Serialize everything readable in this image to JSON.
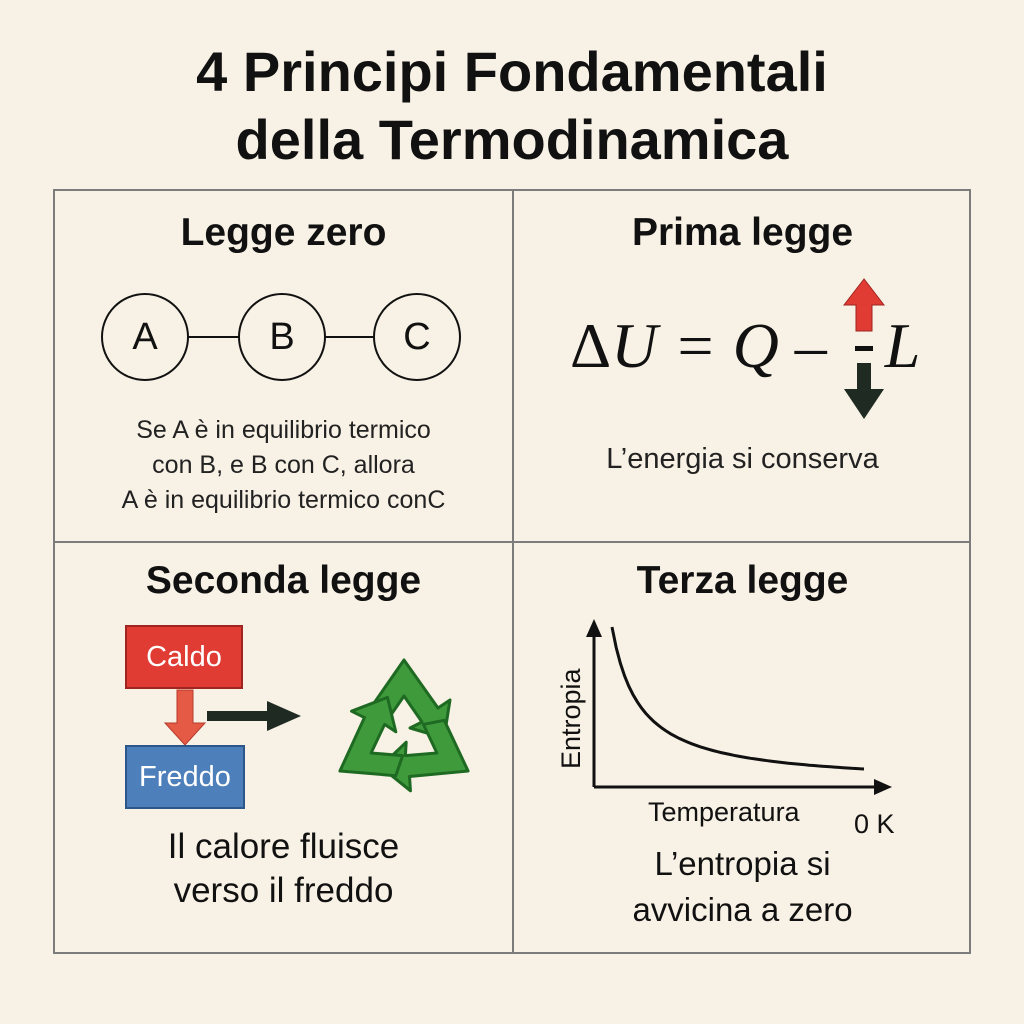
{
  "title": {
    "line1": "4 Principi Fondamentali",
    "line2": "della Termodinamica"
  },
  "panels": {
    "zero": {
      "title": "Legge zero",
      "nodes": [
        "A",
        "B",
        "C"
      ],
      "text": [
        "Se A è in equilibrio termico",
        "con B, e B con C, allora",
        "A è in equilibrio termico conC"
      ]
    },
    "first": {
      "title": "Prima legge",
      "formula": {
        "delta": "Δ",
        "u": "U",
        "eq": " = ",
        "q": "Q",
        "minus": " –",
        "l": "L"
      },
      "text": "L’energia si conserva",
      "colors": {
        "up_arrow": "#e03c34",
        "down_arrow": "#1f2a23"
      }
    },
    "second": {
      "title": "Seconda legge",
      "hot_label": "Caldo",
      "cold_label": "Freddo",
      "text": [
        "Il calore fluisce",
        "verso il freddo"
      ],
      "icons": [
        "arrow-down-icon",
        "arrow-right-icon",
        "recycle-icon"
      ],
      "colors": {
        "hot": "#e03c34",
        "cold": "#4d7fba",
        "recycle": "#3f9a3c"
      }
    },
    "third": {
      "title": "Terza legge",
      "text": [
        "L’entropia si",
        "avvicina a zero"
      ]
    }
  },
  "chart_data": {
    "type": "line",
    "xlabel": "Temperatura",
    "ylabel": "Entropia",
    "x_end_label": "0 K",
    "grid": false,
    "series": [
      {
        "shape": "decreasing-curve"
      }
    ]
  }
}
